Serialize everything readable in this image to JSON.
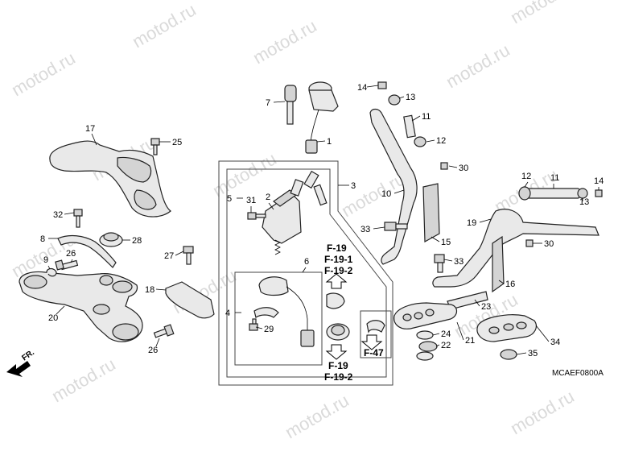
{
  "watermark": "motod.ru",
  "front_label": "FR.",
  "diagram_code": "MCAEF0800A",
  "refs": {
    "f19_a": "F-19",
    "f19_1": "F-19-1",
    "f19_2_a": "F-19-2",
    "f19_b": "F-19",
    "f19_2_b": "F-19-2",
    "f47": "F-47"
  },
  "callouts": [
    {
      "id": "7",
      "label": "7"
    },
    {
      "id": "1",
      "label": "1"
    },
    {
      "id": "14a",
      "label": "14"
    },
    {
      "id": "13a",
      "label": "13"
    },
    {
      "id": "11a",
      "label": "11"
    },
    {
      "id": "12a",
      "label": "12"
    },
    {
      "id": "30a",
      "label": "30"
    },
    {
      "id": "17",
      "label": "17"
    },
    {
      "id": "25",
      "label": "25"
    },
    {
      "id": "3",
      "label": "3"
    },
    {
      "id": "5",
      "label": "5"
    },
    {
      "id": "31",
      "label": "31"
    },
    {
      "id": "2",
      "label": "2"
    },
    {
      "id": "32",
      "label": "32"
    },
    {
      "id": "8",
      "label": "8"
    },
    {
      "id": "28",
      "label": "28"
    },
    {
      "id": "9",
      "label": "9"
    },
    {
      "id": "26a",
      "label": "26"
    },
    {
      "id": "27",
      "label": "27"
    },
    {
      "id": "18",
      "label": "18"
    },
    {
      "id": "20",
      "label": "20"
    },
    {
      "id": "26b",
      "label": "26"
    },
    {
      "id": "4",
      "label": "4"
    },
    {
      "id": "6",
      "label": "6"
    },
    {
      "id": "29",
      "label": "29"
    },
    {
      "id": "10",
      "label": "10"
    },
    {
      "id": "33a",
      "label": "33"
    },
    {
      "id": "15",
      "label": "15"
    },
    {
      "id": "12b",
      "label": "12"
    },
    {
      "id": "11b",
      "label": "11"
    },
    {
      "id": "14b",
      "label": "14"
    },
    {
      "id": "13b",
      "label": "13"
    },
    {
      "id": "19",
      "label": "19"
    },
    {
      "id": "30b",
      "label": "30"
    },
    {
      "id": "33b",
      "label": "33"
    },
    {
      "id": "16",
      "label": "16"
    },
    {
      "id": "23",
      "label": "23"
    },
    {
      "id": "24",
      "label": "24"
    },
    {
      "id": "22",
      "label": "22"
    },
    {
      "id": "21",
      "label": "21"
    },
    {
      "id": "34",
      "label": "34"
    },
    {
      "id": "35",
      "label": "35"
    }
  ]
}
